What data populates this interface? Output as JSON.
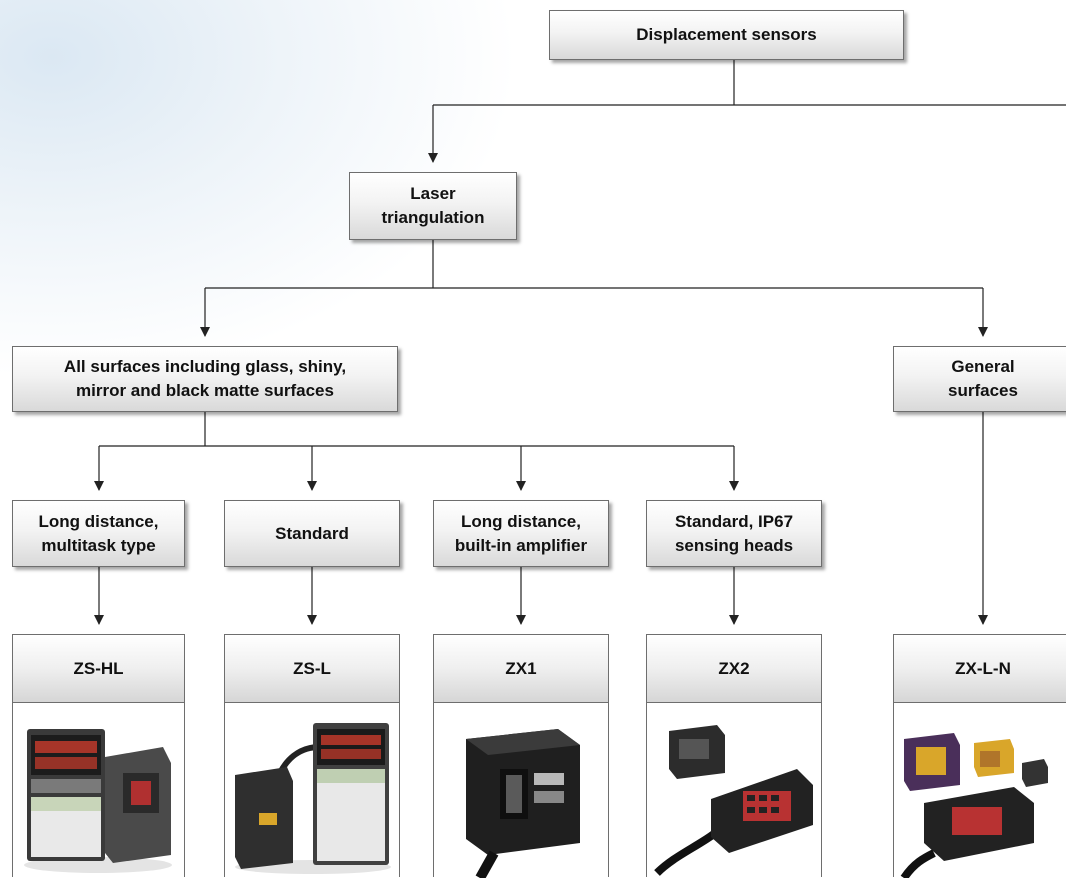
{
  "diagram": {
    "root": "Displacement sensors",
    "method": "Laser\ntriangulation",
    "surfaces": {
      "all": "All surfaces including glass, shiny,\nmirror and black matte surfaces",
      "general": "General\nsurfaces"
    },
    "types": [
      "Long distance,\nmultitask type",
      "Standard",
      "Long distance,\nbuilt-in amplifier",
      "Standard, IP67\nsensing heads"
    ],
    "products": [
      {
        "name": "ZS-HL",
        "image": "zs-hl-controller-and-sensor-photo"
      },
      {
        "name": "ZS-L",
        "image": "zs-l-sensor-and-controller-photo"
      },
      {
        "name": "ZX1",
        "image": "zx1-sensor-photo"
      },
      {
        "name": "ZX2",
        "image": "zx2-head-and-amplifier-photo"
      },
      {
        "name": "ZX-L-N",
        "image": "zx-l-n-sensor-set-photo"
      }
    ]
  },
  "colors": {
    "line": "#222222",
    "border": "#6e6e6e",
    "box_gradient_end": "#d9d9d9"
  }
}
